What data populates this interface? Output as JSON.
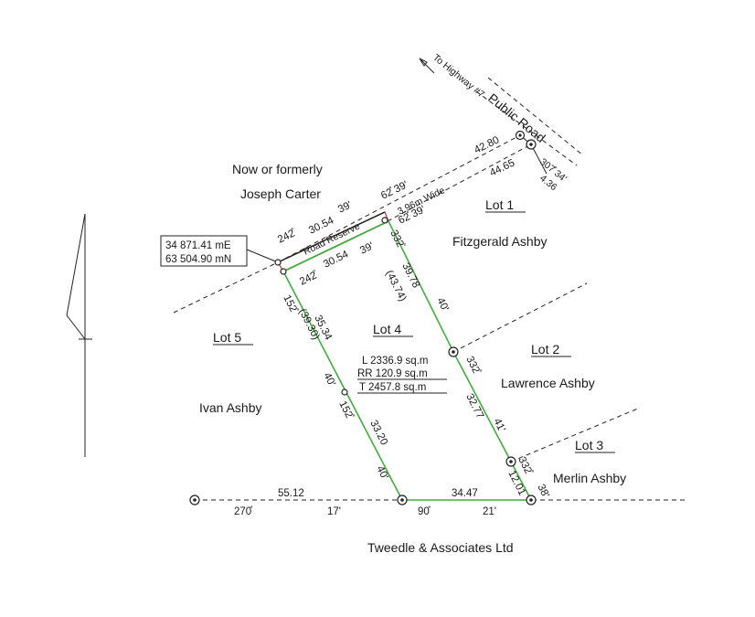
{
  "lots": {
    "lot1": {
      "label": "Lot 1",
      "owner": "Fitzgerald Ashby"
    },
    "lot2": {
      "label": "Lot 2",
      "owner": "Lawrence Ashby"
    },
    "lot3": {
      "label": "Lot 3",
      "owner": "Merlin Ashby"
    },
    "lot4": {
      "label": "Lot 4"
    },
    "lot5": {
      "label": "Lot 5",
      "owner": "Ivan Ashby"
    }
  },
  "adjoiner": {
    "line1": "Now or formerly",
    "line2": "Joseph Carter"
  },
  "road": {
    "highway": "To Highway #7",
    "public_road": "Public Road",
    "reserve": "Road Reserve",
    "width": "3.96m Wide"
  },
  "coordinates": {
    "easting": "34 871.41 mE",
    "northing": "63 504.90 mN"
  },
  "areas": {
    "land": "L 2336.9 sq.m",
    "road_reserve": "RR 120.9 sq.m",
    "total": "T 2457.8 sq.m"
  },
  "dimensions": {
    "top_north_dist": "42.80",
    "top_north_bearing": "62̊ 39'",
    "top_south_dist": "44.65",
    "top_south_bearing": "62̊ 39'",
    "road_end_bearing": "307̊ 34'",
    "road_end_dist": "4.36",
    "reserve_north_bearing": "242̊",
    "reserve_north_dist": "30.54",
    "reserve_north_min": "39'",
    "reserve_south_bearing": "242̊",
    "reserve_south_dist": "30.54",
    "reserve_south_min": "39'",
    "reserve_east_bearing": "62̊",
    "east_bearing": "332̊",
    "east_dist": "39.78",
    "east_dist_old": "(43.74)",
    "east_min": "40'",
    "east2_bearing": "332̊",
    "east2_dist": "32.77",
    "east2_min": "41'",
    "east3_bearing": "332̊",
    "east3_min": "38'",
    "east3_dist": "12.01",
    "west_bearing": "152̊",
    "west_dist": "35.34",
    "west_dist_old": "(39.30)",
    "west_min": "40'",
    "west2_bearing": "152̊",
    "west2_dist": "33.20",
    "west2_min": "40'",
    "south_west_dist": "55.12",
    "south_west_bearing": "270̊",
    "south_west_min": "17'",
    "south_dist": "34.47",
    "south_bearing": "90̊",
    "south_min": "21'"
  },
  "firm": "Tweedle & Associates Ltd"
}
